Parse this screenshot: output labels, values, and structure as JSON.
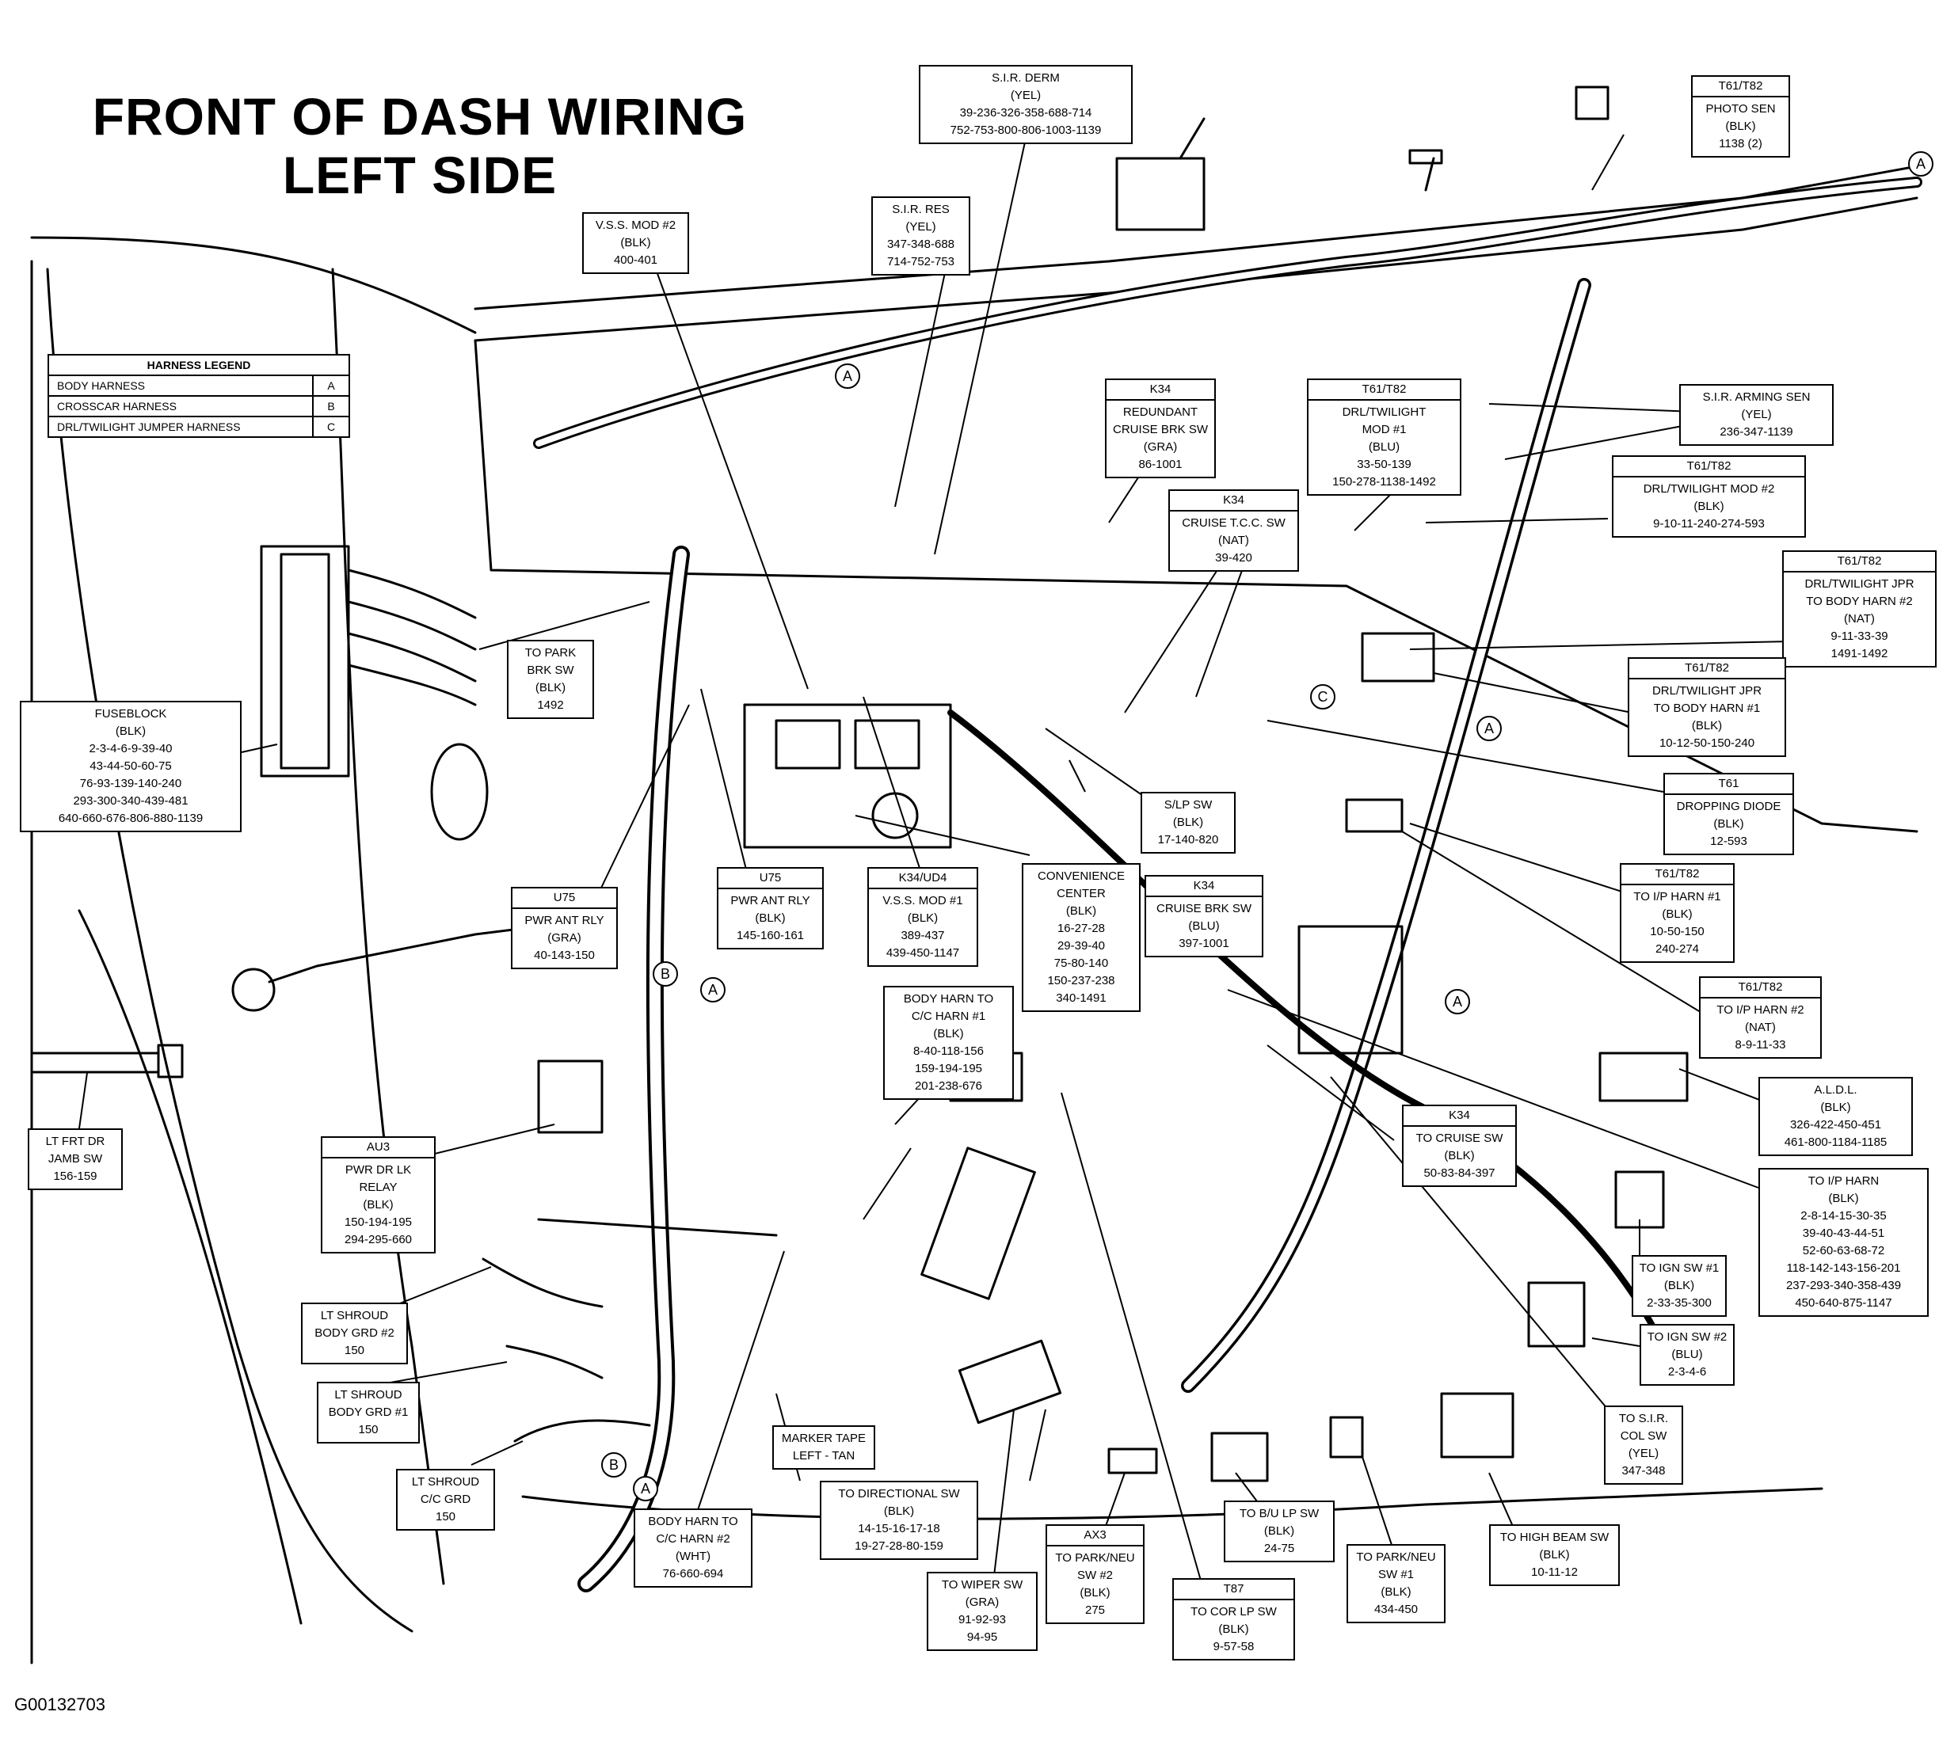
{
  "title": {
    "line1": "FRONT OF DASH WIRING",
    "line2": "LEFT SIDE"
  },
  "figure_id": "G00132703",
  "legend": {
    "heading": "HARNESS LEGEND",
    "rows": [
      {
        "name": "BODY HARNESS",
        "letter": "A"
      },
      {
        "name": "CROSSCAR HARNESS",
        "letter": "B"
      },
      {
        "name": "DRL/TWILIGHT JUMPER HARNESS",
        "letter": "C"
      }
    ]
  },
  "harness_markers": [
    "A",
    "B",
    "C"
  ],
  "labels": [
    {
      "id": "sir-derm",
      "code": "",
      "lines": [
        "S.I.R. DERM",
        "(YEL)",
        "39-236-326-358-688-714",
        "752-753-800-806-1003-1139"
      ]
    },
    {
      "id": "photo-sen",
      "code": "T61/T82",
      "lines": [
        "PHOTO SEN",
        "(BLK)",
        "1138 (2)"
      ]
    },
    {
      "id": "vss-mod-2",
      "code": "",
      "lines": [
        "V.S.S. MOD #2",
        "(BLK)",
        "400-401"
      ]
    },
    {
      "id": "sir-res",
      "code": "",
      "lines": [
        "S.I.R. RES",
        "(YEL)",
        "347-348-688",
        "714-752-753"
      ]
    },
    {
      "id": "redundant-cruise",
      "code": "K34",
      "lines": [
        "REDUNDANT",
        "CRUISE BRK SW",
        "(GRA)",
        "86-1001"
      ]
    },
    {
      "id": "drl-mod-1",
      "code": "T61/T82",
      "lines": [
        "DRL/TWILIGHT",
        "MOD #1",
        "(BLU)",
        "33-50-139",
        "150-278-1138-1492"
      ]
    },
    {
      "id": "sir-arming",
      "code": "",
      "lines": [
        "S.I.R. ARMING SEN",
        "(YEL)",
        "236-347-1139"
      ]
    },
    {
      "id": "drl-mod-2",
      "code": "T61/T82",
      "lines": [
        "DRL/TWILIGHT MOD #2",
        "(BLK)",
        "9-10-11-240-274-593"
      ]
    },
    {
      "id": "cruise-tcc",
      "code": "K34",
      "lines": [
        "CRUISE T.C.C. SW",
        "(NAT)",
        "39-420"
      ]
    },
    {
      "id": "drl-jpr-2",
      "code": "T61/T82",
      "lines": [
        "DRL/TWILIGHT JPR",
        "TO BODY HARN #2",
        "(NAT)",
        "9-11-33-39",
        "1491-1492"
      ]
    },
    {
      "id": "drl-jpr-1",
      "code": "T61/T82",
      "lines": [
        "DRL/TWILIGHT JPR",
        "TO BODY HARN #1",
        "(BLK)",
        "10-12-50-150-240"
      ]
    },
    {
      "id": "dropping-diode",
      "code": "T61",
      "lines": [
        "DROPPING DIODE",
        "(BLK)",
        "12-593"
      ]
    },
    {
      "id": "to-ip-harn-1",
      "code": "T61/T82",
      "lines": [
        "TO I/P HARN #1",
        "(BLK)",
        "10-50-150",
        "240-274"
      ]
    },
    {
      "id": "to-ip-harn-2",
      "code": "T61/T82",
      "lines": [
        "TO I/P HARN #2",
        "(NAT)",
        "8-9-11-33"
      ]
    },
    {
      "id": "aldl",
      "code": "",
      "lines": [
        "A.L.D.L.",
        "(BLK)",
        "326-422-450-451",
        "461-800-1184-1185"
      ]
    },
    {
      "id": "to-ip-harn",
      "code": "",
      "lines": [
        "TO I/P HARN",
        "(BLK)",
        "2-8-14-15-30-35",
        "39-40-43-44-51",
        "52-60-63-68-72",
        "118-142-143-156-201",
        "237-293-340-358-439",
        "450-640-875-1147"
      ]
    },
    {
      "id": "to-ign-sw-1",
      "code": "",
      "lines": [
        "TO IGN SW #1",
        "(BLK)",
        "2-33-35-300"
      ]
    },
    {
      "id": "to-ign-sw-2",
      "code": "",
      "lines": [
        "TO IGN SW #2",
        "(BLU)",
        "2-3-4-6"
      ]
    },
    {
      "id": "to-sir-col",
      "code": "",
      "lines": [
        "TO S.I.R.",
        "COL SW",
        "(YEL)",
        "347-348"
      ]
    },
    {
      "id": "high-beam",
      "code": "",
      "lines": [
        "TO HIGH BEAM SW",
        "(BLK)",
        "10-11-12"
      ]
    },
    {
      "id": "park-neu-1",
      "code": "",
      "lines": [
        "TO PARK/NEU",
        "SW #1",
        "(BLK)",
        "434-450"
      ]
    },
    {
      "id": "bu-lp-sw",
      "code": "",
      "lines": [
        "TO B/U LP SW",
        "(BLK)",
        "24-75"
      ]
    },
    {
      "id": "cor-lp-sw",
      "code": "T87",
      "lines": [
        "TO COR LP SW",
        "(BLK)",
        "9-57-58"
      ]
    },
    {
      "id": "park-neu-2",
      "code": "AX3",
      "lines": [
        "TO PARK/NEU",
        "SW #2",
        "(BLK)",
        "275"
      ]
    },
    {
      "id": "wiper-sw",
      "code": "",
      "lines": [
        "TO WIPER SW",
        "(GRA)",
        "91-92-93",
        "94-95"
      ]
    },
    {
      "id": "directional-sw",
      "code": "",
      "lines": [
        "TO DIRECTIONAL SW",
        "(BLK)",
        "14-15-16-17-18",
        "19-27-28-80-159"
      ]
    },
    {
      "id": "marker-tape",
      "code": "",
      "lines": [
        "MARKER TAPE",
        "LEFT - TAN"
      ]
    },
    {
      "id": "body-cc-2",
      "code": "",
      "lines": [
        "BODY HARN TO",
        "C/C HARN #2",
        "(WHT)",
        "76-660-694"
      ]
    },
    {
      "id": "lt-shroud-cc",
      "code": "",
      "lines": [
        "LT SHROUD",
        "C/C GRD",
        "150"
      ]
    },
    {
      "id": "lt-shroud-1",
      "code": "",
      "lines": [
        "LT SHROUD",
        "BODY GRD #1",
        "150"
      ]
    },
    {
      "id": "lt-shroud-2",
      "code": "",
      "lines": [
        "LT SHROUD",
        "BODY GRD #2",
        "150"
      ]
    },
    {
      "id": "pwr-dr-lk",
      "code": "AU3",
      "lines": [
        "PWR DR LK",
        "RELAY",
        "(BLK)",
        "150-194-195",
        "294-295-660"
      ]
    },
    {
      "id": "lt-frt-dr",
      "code": "",
      "lines": [
        "LT FRT DR",
        "JAMB SW",
        "156-159"
      ]
    },
    {
      "id": "fuseblock",
      "code": "",
      "lines": [
        "FUSEBLOCK",
        "(BLK)",
        "2-3-4-6-9-39-40",
        "43-44-50-60-75",
        "76-93-139-140-240",
        "293-300-340-439-481",
        "640-660-676-806-880-1139"
      ]
    },
    {
      "id": "park-brk",
      "code": "",
      "lines": [
        "TO PARK",
        "BRK SW",
        "(BLK)",
        "1492"
      ]
    },
    {
      "id": "pwr-ant-rly-a",
      "code": "U75",
      "lines": [
        "PWR ANT RLY",
        "(GRA)",
        "40-143-150"
      ]
    },
    {
      "id": "pwr-ant-rly-b",
      "code": "U75",
      "lines": [
        "PWR ANT RLY",
        "(BLK)",
        "145-160-161"
      ]
    },
    {
      "id": "vss-mod-1",
      "code": "K34/UD4",
      "lines": [
        "V.S.S. MOD #1",
        "(BLK)",
        "389-437",
        "439-450-1147"
      ]
    },
    {
      "id": "body-cc-1",
      "code": "",
      "lines": [
        "BODY HARN TO",
        "C/C HARN #1",
        "(BLK)",
        "8-40-118-156",
        "159-194-195",
        "201-238-676"
      ]
    },
    {
      "id": "convenience",
      "code": "",
      "lines": [
        "CONVENIENCE",
        "CENTER",
        "(BLK)",
        "16-27-28",
        "29-39-40",
        "75-80-140",
        "150-237-238",
        "340-1491"
      ]
    },
    {
      "id": "slp-sw",
      "code": "",
      "lines": [
        "S/LP SW",
        "(BLK)",
        "17-140-820"
      ]
    },
    {
      "id": "cruise-brk",
      "code": "K34",
      "lines": [
        "CRUISE BRK SW",
        "(BLU)",
        "397-1001"
      ]
    },
    {
      "id": "to-cruise-sw",
      "code": "K34",
      "lines": [
        "TO CRUISE SW",
        "(BLK)",
        "50-83-84-397"
      ]
    }
  ]
}
